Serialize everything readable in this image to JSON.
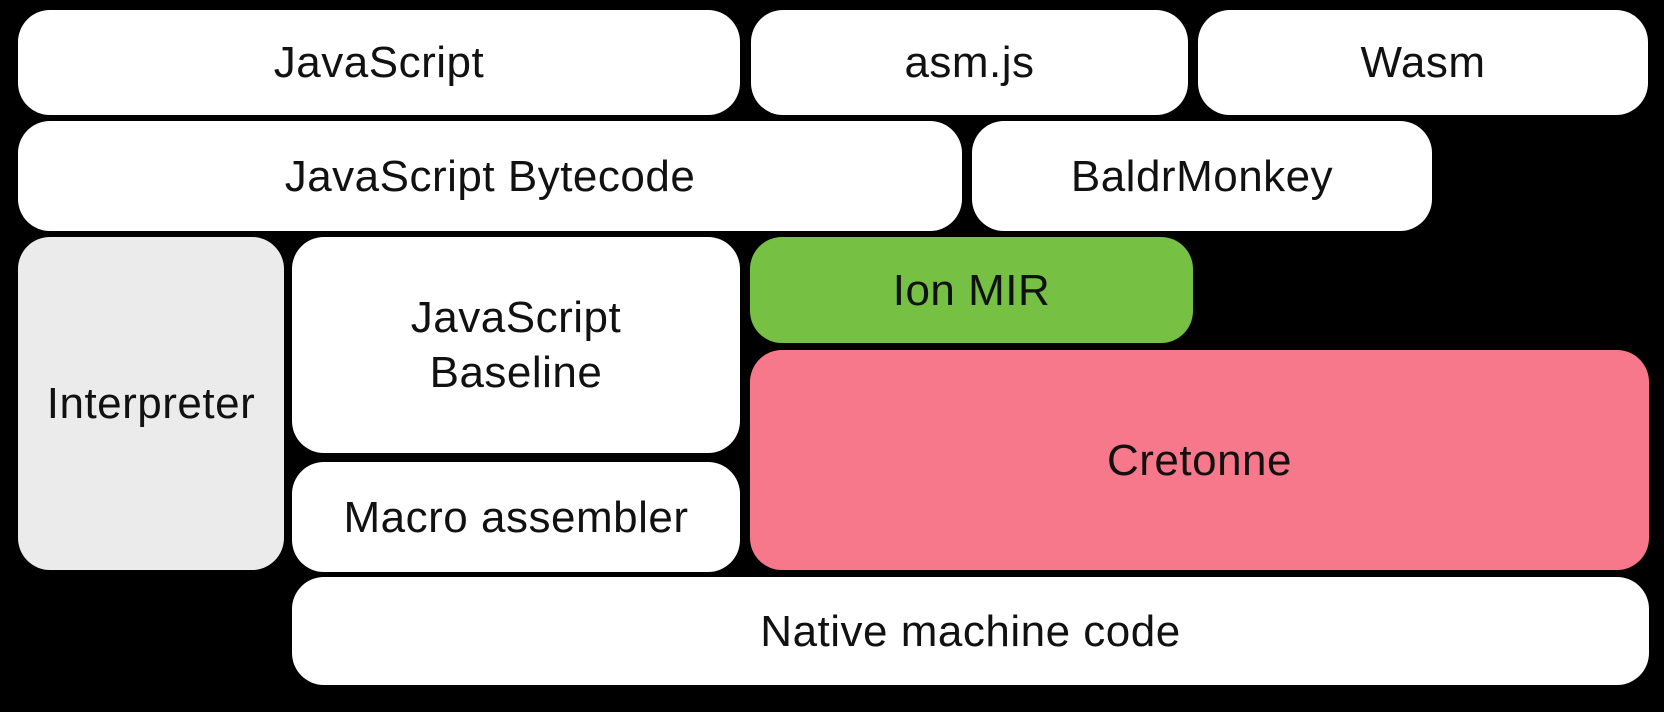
{
  "diagram": {
    "background_color": "#000000",
    "text_color": "#111111",
    "boxes": {
      "javascript": {
        "label": "JavaScript",
        "color": "#ffffff"
      },
      "asmjs": {
        "label": "asm.js",
        "color": "#ffffff"
      },
      "wasm": {
        "label": "Wasm",
        "color": "#ffffff"
      },
      "bytecode": {
        "label": "JavaScript Bytecode",
        "color": "#ffffff"
      },
      "baldrmonkey": {
        "label": "BaldrMonkey",
        "color": "#ffffff"
      },
      "interpreter": {
        "label": "Interpreter",
        "color": "#ebebeb"
      },
      "baseline": {
        "label": "JavaScript\nBaseline",
        "color": "#ffffff"
      },
      "ionmir": {
        "label": "Ion MIR",
        "color": "#76c043"
      },
      "macroassembler": {
        "label": "Macro assembler",
        "color": "#ffffff"
      },
      "cretonne": {
        "label": "Cretonne",
        "color": "#f7788a"
      },
      "native": {
        "label": "Native machine code",
        "color": "#ffffff"
      }
    }
  }
}
